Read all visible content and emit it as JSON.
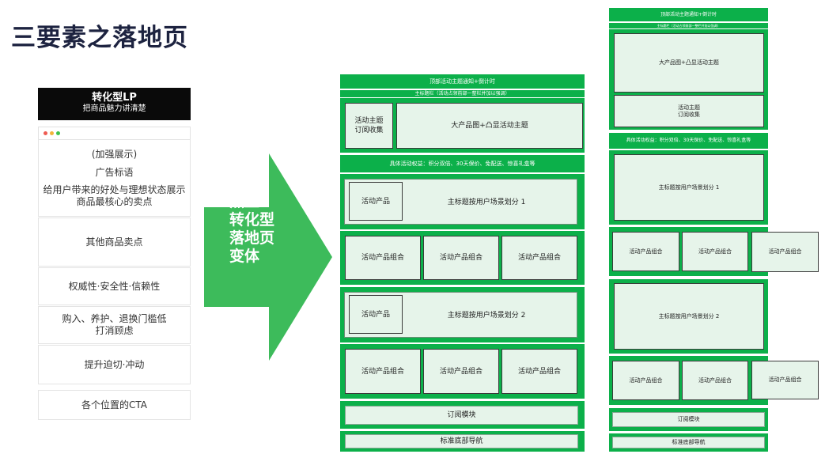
{
  "page_title": "三要素之落地页",
  "lp": {
    "head_title": "转化型LP",
    "head_subtitle": "把商品魅力讲清楚",
    "sections": [
      [
        "(加强展示)",
        "广告标语",
        "给用户带来的好处与理想状态展示",
        "商品最核心的卖点"
      ],
      [
        "其他商品卖点"
      ],
      [
        "权威性·安全性·信赖性"
      ],
      [
        "购入、养护、退换门槛低",
        "打消顾虑"
      ],
      [
        "提升迫切·冲动"
      ],
      [
        "各个位置的CTA"
      ]
    ]
  },
  "arrow": {
    "lines": [
      "黑五",
      "转化型",
      "落地页",
      "变体"
    ]
  },
  "colors": {
    "green": "#0cb04a",
    "cell_bg": "#e6f4ea",
    "title": "#1d2340",
    "arrow": "#3dbb5b"
  },
  "variant_a": {
    "top_bar": "顶部活动主题通知+倒计时",
    "sub_bar": "主标题栏（活动占领前部一整栏并加以强调）",
    "theme_cell": [
      "活动主题",
      "订阅收集"
    ],
    "hero_cell": "大产品图+凸显活动主题",
    "benefits": "具体活动权益：积分双倍、30天保价、免配送、惊喜礼盒等",
    "product_label": "活动产品",
    "scene_1": "主标题按用户场景划分 1",
    "scene_2": "主标题按用户场景划分 2",
    "combo_label": "活动产品组合",
    "subscribe": "订阅模块",
    "footer": "标准底部导航"
  },
  "variant_b": {
    "top_bar": "顶部活动主题通知+倒计时",
    "sub_bar": "主标题栏（活动占领前部一整栏并加以强调）",
    "hero_cell": "大产品图+凸显活动主题",
    "theme_cell": [
      "活动主题",
      "订阅收集"
    ],
    "benefits": "具体活动权益：积分双倍、30天保价、免配送、惊喜礼盒等",
    "scene_1": "主标题按用户场景划分 1",
    "scene_2": "主标题按用户场景划分 2",
    "combo_label": "活动产品组合",
    "subscribe": "订阅模块",
    "footer": "标准底部导航"
  }
}
